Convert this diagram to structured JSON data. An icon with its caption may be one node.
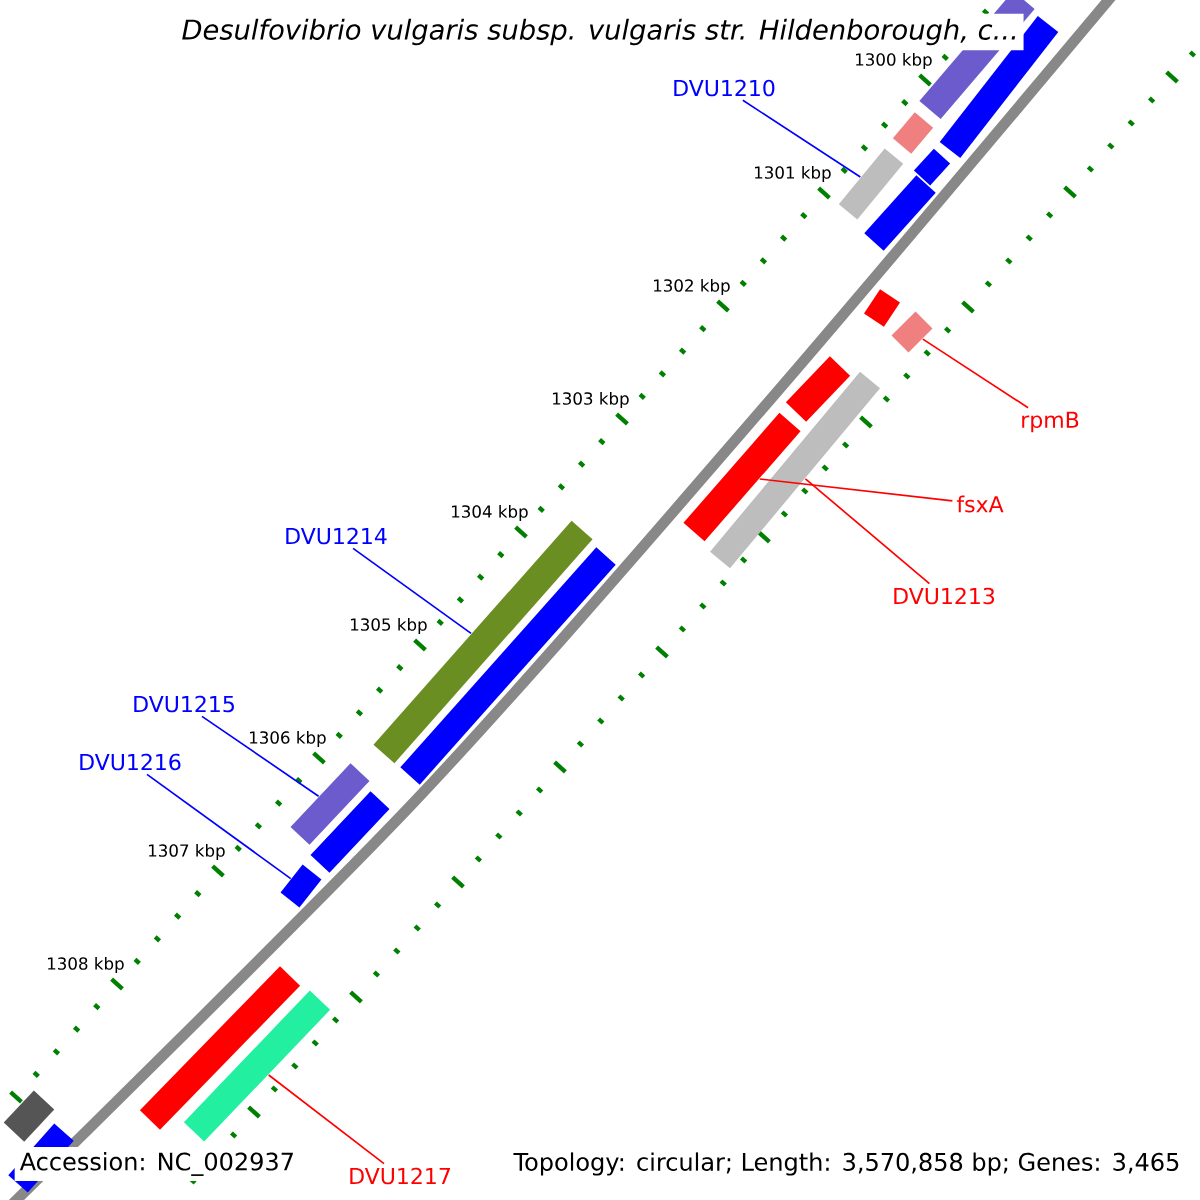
{
  "diagram": {
    "title": "Desulfovibrio vulgaris subsp. vulgaris str. Hildenborough, c...",
    "nodes": [
      {
        "text": [
          "DVU1210"
        ]
      },
      {
        "text": [
          "DVU1214"
        ]
      },
      {
        "text": [
          "DVU1215"
        ]
      },
      {
        "text": [
          "DVU1216"
        ]
      },
      {
        "text": [
          "rpmB"
        ]
      },
      {
        "text": [
          "fsxA"
        ]
      },
      {
        "text": [
          "DVU1213"
        ]
      },
      {
        "text": [
          "DVU1217"
        ]
      },
      {
        "text": [],
        "shape": "bar"
      },
      {
        "text": [],
        "shape": "bar"
      },
      {
        "text": [],
        "shape": "bar"
      },
      {
        "text": [],
        "shape": "bar"
      },
      {
        "text": [],
        "shape": "bar"
      },
      {
        "text": [],
        "shape": "bar"
      },
      {
        "text": [],
        "shape": "bar"
      },
      {
        "text": [],
        "shape": "bar"
      },
      {
        "text": [],
        "shape": "bar"
      },
      {
        "text": [],
        "shape": "bar"
      },
      {
        "text": [],
        "shape": "bar"
      },
      {
        "text": [],
        "shape": "bar"
      },
      {
        "text": [],
        "shape": "bar"
      },
      {
        "text": [],
        "shape": "bar"
      },
      {
        "text": [],
        "shape": "bar"
      },
      {
        "text": [],
        "shape": "bar"
      },
      {
        "text": [],
        "shape": "bar"
      },
      {
        "text": [],
        "shape": "bar"
      },
      {
        "text": [],
        "shape": "bar"
      },
      {
        "text": [],
        "shape": "bar"
      }
    ],
    "edges": [
      {
        "from": 0,
        "to": 8,
        "arrow": "none",
        "color": "#0000ff"
      },
      {
        "from": 1,
        "to": 9,
        "arrow": "none",
        "color": "#0000ff"
      },
      {
        "from": 2,
        "to": 10,
        "arrow": "none",
        "color": "#0000ff"
      },
      {
        "from": 3,
        "to": 11,
        "arrow": "none",
        "color": "#0000ff"
      },
      {
        "from": 4,
        "to": 12,
        "arrow": "none",
        "color": "#ff0000"
      },
      {
        "from": 5,
        "to": 13,
        "arrow": "none",
        "color": "#ff0000"
      },
      {
        "from": 6,
        "to": 14,
        "arrow": "none",
        "color": "#ff0000"
      },
      {
        "from": 7,
        "to": 15,
        "arrow": "none",
        "color": "#ff0000"
      }
    ],
    "labels": [
      "1300 kbp",
      "1301 kbp",
      "1302 kbp",
      "1303 kbp",
      "1304 kbp",
      "1305 kbp",
      "1306 kbp",
      "1307 kbp",
      "1308 kbp",
      "Accession: NC_002937",
      "Topology: circular; Length: 3,570,858 bp; Genes: 3,465"
    ]
  }
}
